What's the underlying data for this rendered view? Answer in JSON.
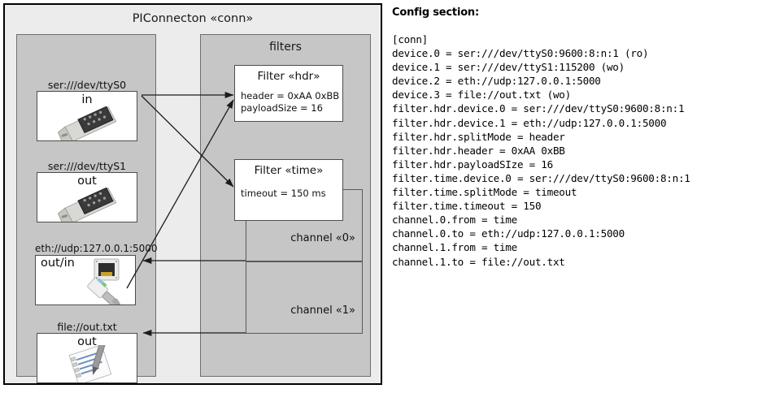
{
  "diagram": {
    "title": "PIConnecton «conn»",
    "devices_panel": {
      "name": "devices-panel",
      "nodes": [
        {
          "label": "ser:///dev/ttyS0",
          "direction": "in",
          "icon": "serial-port-icon"
        },
        {
          "label": "ser:///dev/ttyS1",
          "direction": "out",
          "icon": "serial-port-icon"
        },
        {
          "label": "eth://udp:127.0.0.1:5000",
          "direction": "out/in",
          "icon": "ethernet-icon"
        },
        {
          "label": "file://out.txt",
          "direction": "out",
          "icon": "text-file-icon"
        }
      ]
    },
    "filters_panel": {
      "title": "filters",
      "filters": [
        {
          "title": "Filter «hdr»",
          "props": [
            "header = 0xAA 0xBB",
            "payloadSize = 16"
          ]
        },
        {
          "title": "Filter «time»",
          "props": [
            "timeout = 150 ms"
          ]
        }
      ],
      "channels": [
        {
          "label": "channel «0»"
        },
        {
          "label": "channel «1»"
        }
      ]
    },
    "colors": {
      "outer_background": "#ececec",
      "panel_background": "#c6c6c6",
      "node_background": "#ffffff",
      "border": "#4d4d4d",
      "outer_border": "#000000"
    }
  },
  "config": {
    "heading": "Config section:",
    "lines": [
      "[conn]",
      "device.0 = ser:///dev/ttyS0:9600:8:n:1 (ro)",
      "device.1 = ser:///dev/ttyS1:115200 (wo)",
      "device.2 = eth://udp:127.0.0.1:5000",
      "device.3 = file://out.txt (wo)",
      "filter.hdr.device.0 = ser:///dev/ttyS0:9600:8:n:1",
      "filter.hdr.device.1 = eth://udp:127.0.0.1:5000",
      "filter.hdr.splitMode = header",
      "filter.hdr.header = 0xAA 0xBB",
      "filter.hdr.payloadSIze = 16",
      "filter.time.device.0 = ser:///dev/ttyS0:9600:8:n:1",
      "filter.time.splitMode = timeout",
      "filter.time.timeout = 150",
      "channel.0.from = time",
      "channel.0.to = eth://udp:127.0.0.1:5000",
      "channel.1.from = time",
      "channel.1.to = file://out.txt"
    ]
  }
}
